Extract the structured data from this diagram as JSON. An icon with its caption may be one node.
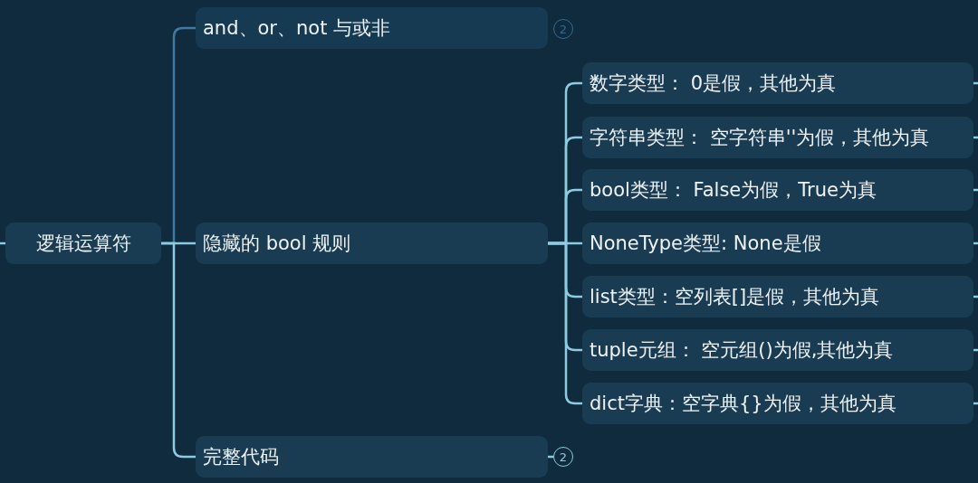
{
  "diagram": {
    "nodes": [
      {
        "text": [
          "逻辑运算符"
        ]
      },
      {
        "text": [
          "and、or、not 与或非"
        ]
      },
      {
        "text": [
          "2"
        ]
      },
      {
        "text": [
          "隐藏的 bool 规则"
        ]
      },
      {
        "text": [
          "数字类型： 0是假，其他为真"
        ]
      },
      {
        "text": [
          "字符串类型： 空字符串''为假，其他为真"
        ]
      },
      {
        "text": [
          "bool类型： False为假，True为真"
        ]
      },
      {
        "text": [
          "NoneType类型: None是假"
        ]
      },
      {
        "text": [
          "list类型：空列表[]是假，其他为真"
        ]
      },
      {
        "text": [
          "tuple元组： 空元组()为假,其他为真"
        ]
      },
      {
        "text": [
          "dict字典：空字典{}为假，其他为真"
        ]
      },
      {
        "text": [
          "完整代码"
        ]
      },
      {
        "text": [
          "2"
        ]
      }
    ],
    "edges": [
      {
        "from": null,
        "to": 0,
        "arrow": "none"
      },
      {
        "from": 0,
        "to": 1,
        "arrow": "none",
        "color": "#3f7aa4"
      },
      {
        "from": 0,
        "to": 3,
        "arrow": "none"
      },
      {
        "from": 0,
        "to": 11,
        "arrow": "none"
      },
      {
        "from": 3,
        "to": 4,
        "arrow": "none"
      },
      {
        "from": 3,
        "to": 5,
        "arrow": "none"
      },
      {
        "from": 3,
        "to": 6,
        "arrow": "none"
      },
      {
        "from": 3,
        "to": 7,
        "arrow": "none"
      },
      {
        "from": 3,
        "to": 8,
        "arrow": "none"
      },
      {
        "from": 3,
        "to": 9,
        "arrow": "none"
      },
      {
        "from": 3,
        "to": 10,
        "arrow": "none"
      },
      {
        "from": 11,
        "to": 12,
        "arrow": "none"
      },
      {
        "from": 4,
        "to": null,
        "arrow": "none"
      },
      {
        "from": 5,
        "to": null,
        "arrow": "none"
      },
      {
        "from": 6,
        "to": null,
        "arrow": "none"
      },
      {
        "from": 7,
        "to": null,
        "arrow": "none"
      },
      {
        "from": 8,
        "to": null,
        "arrow": "none"
      },
      {
        "from": 9,
        "to": null,
        "arrow": "none"
      },
      {
        "from": 10,
        "to": null,
        "arrow": "none"
      }
    ]
  }
}
